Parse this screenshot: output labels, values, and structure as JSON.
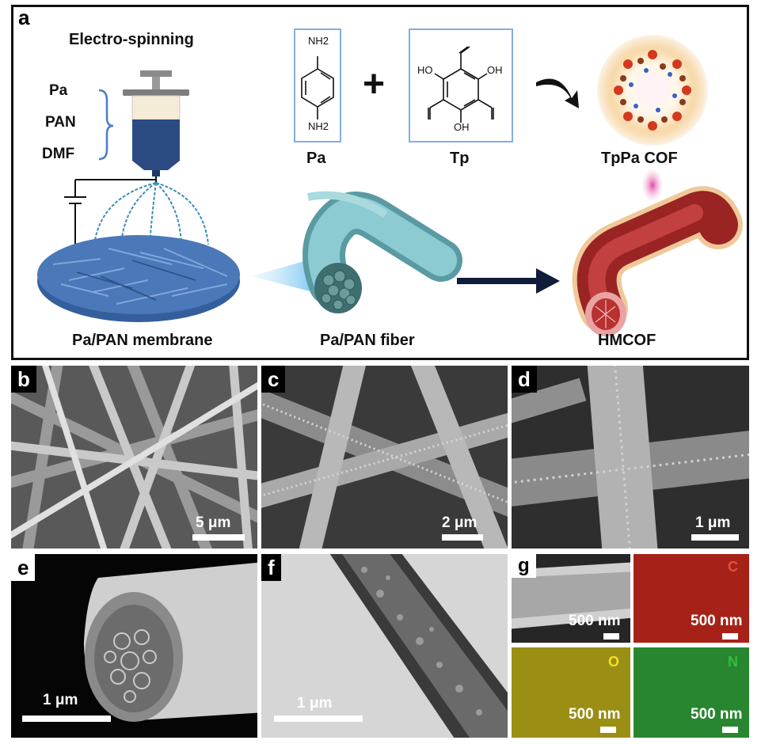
{
  "panel_a": {
    "letter": "a",
    "electrospinning_title": "Electro-spinning",
    "syringe_components": [
      "Pa",
      "PAN",
      "DMF"
    ],
    "monomer_pa": {
      "name": "Pa",
      "group_top": "NH2",
      "group_bottom": "NH2"
    },
    "monomer_tp": {
      "name": "Tp",
      "ho_left": "HO",
      "oh_right": "OH",
      "oh_bottom": "OH"
    },
    "plus_sign": "+",
    "cof_label": "TpPa COF",
    "membrane_label": "Pa/PAN membrane",
    "fiber_label": "Pa/PAN fiber",
    "hmcof_label": "HMCOF",
    "colors": {
      "membrane": "#4a78b8",
      "fiber": "#7ab8bc",
      "hmcof": "#b02a2a",
      "cof_halo": "#f3c78a",
      "arrow": "#0f1c3a"
    }
  },
  "micrographs": [
    {
      "letter": "b",
      "scale": "5 μm"
    },
    {
      "letter": "c",
      "scale": "2 μm"
    },
    {
      "letter": "d",
      "scale": "1 μm"
    },
    {
      "letter": "e",
      "scale": "1 μm"
    },
    {
      "letter": "f",
      "scale": "1 μm"
    },
    {
      "letter": "g"
    }
  ],
  "eds_maps": [
    {
      "element": "",
      "scale": "500 nm",
      "color": "#cfcfcf"
    },
    {
      "element": "C",
      "scale": "500 nm",
      "color": "#c0281c"
    },
    {
      "element": "O",
      "scale": "500 nm",
      "color": "#b3a318"
    },
    {
      "element": "N",
      "scale": "500 nm",
      "color": "#2f9a38"
    }
  ]
}
